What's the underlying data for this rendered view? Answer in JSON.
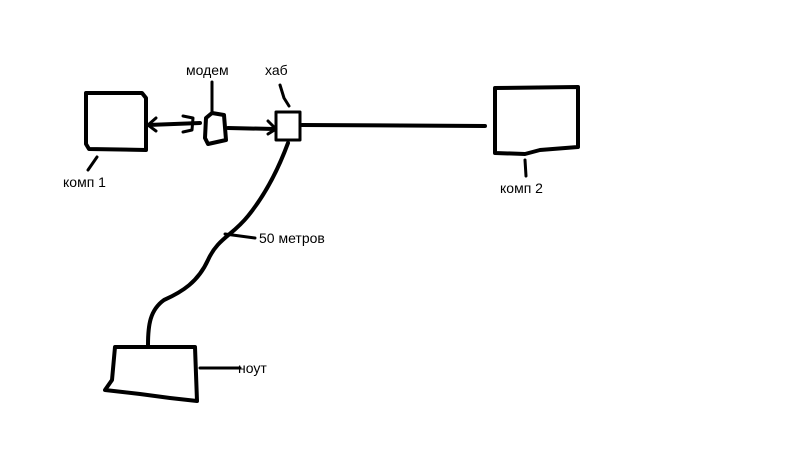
{
  "diagram": {
    "labels": {
      "modem": "модем",
      "hub": "хаб",
      "comp1": "комп 1",
      "comp2": "комп 2",
      "distance": "50 метров",
      "laptop": "ноут"
    }
  }
}
